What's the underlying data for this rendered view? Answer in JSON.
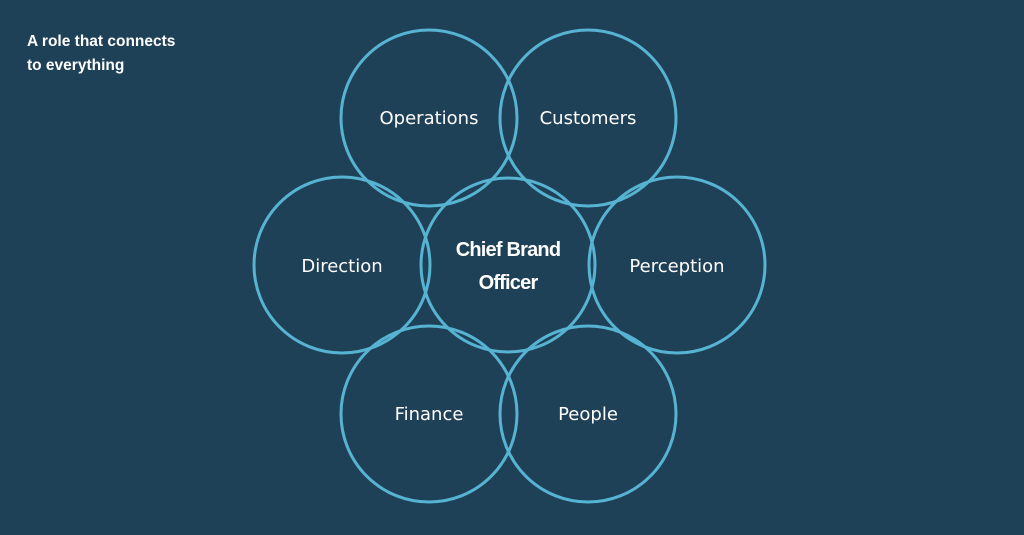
{
  "heading": {
    "line1": "A role that connects",
    "line2": "to everything"
  },
  "colors": {
    "background": "#1f4157",
    "stroke": "#56b3d2",
    "text": "#ffffff"
  },
  "diagram": {
    "center": {
      "line1": "Chief Brand",
      "line2": "Officer"
    },
    "nodes": [
      {
        "label": "Operations"
      },
      {
        "label": "Customers"
      },
      {
        "label": "Direction"
      },
      {
        "label": "Perception"
      },
      {
        "label": "Finance"
      },
      {
        "label": "People"
      }
    ]
  }
}
